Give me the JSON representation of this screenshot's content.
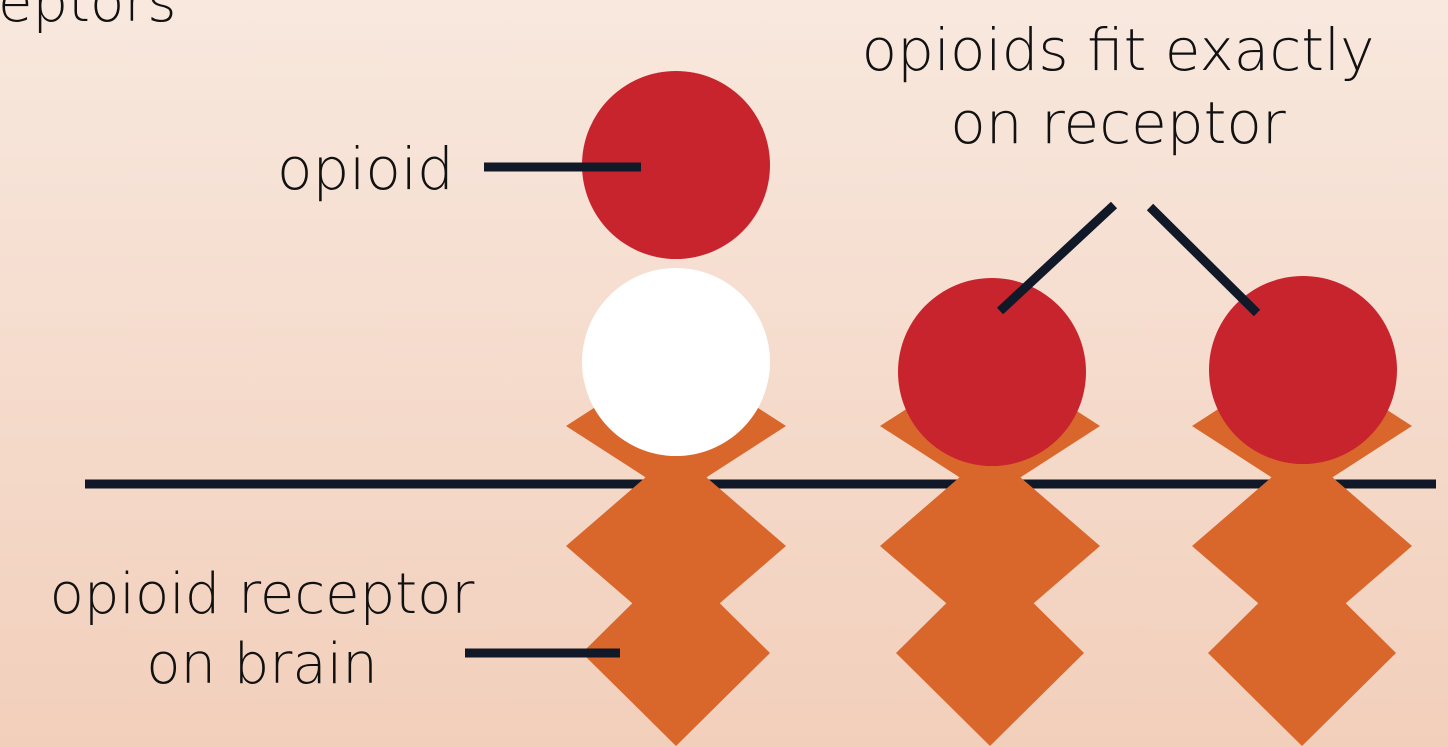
{
  "labels": {
    "title_fragment": "eptors",
    "opioid": "opioid",
    "opioids_fit_line1": "opioids fit exactly",
    "opioids_fit_line2": "on receptor",
    "receptor_line1": "opioid receptor",
    "receptor_line2": "on brain"
  },
  "colors": {
    "background_top": "#f8e8de",
    "background_bottom": "#f2cfbb",
    "receptor_orange": "#d9672c",
    "opioid_red": "#c8242d",
    "empty_site_white": "#ffffff",
    "line_dark": "#111827"
  },
  "diagram": {
    "receptor_count": 3,
    "bound_receptors": 2,
    "empty_receptor_sites": 1,
    "unbound_opioids": 1
  }
}
